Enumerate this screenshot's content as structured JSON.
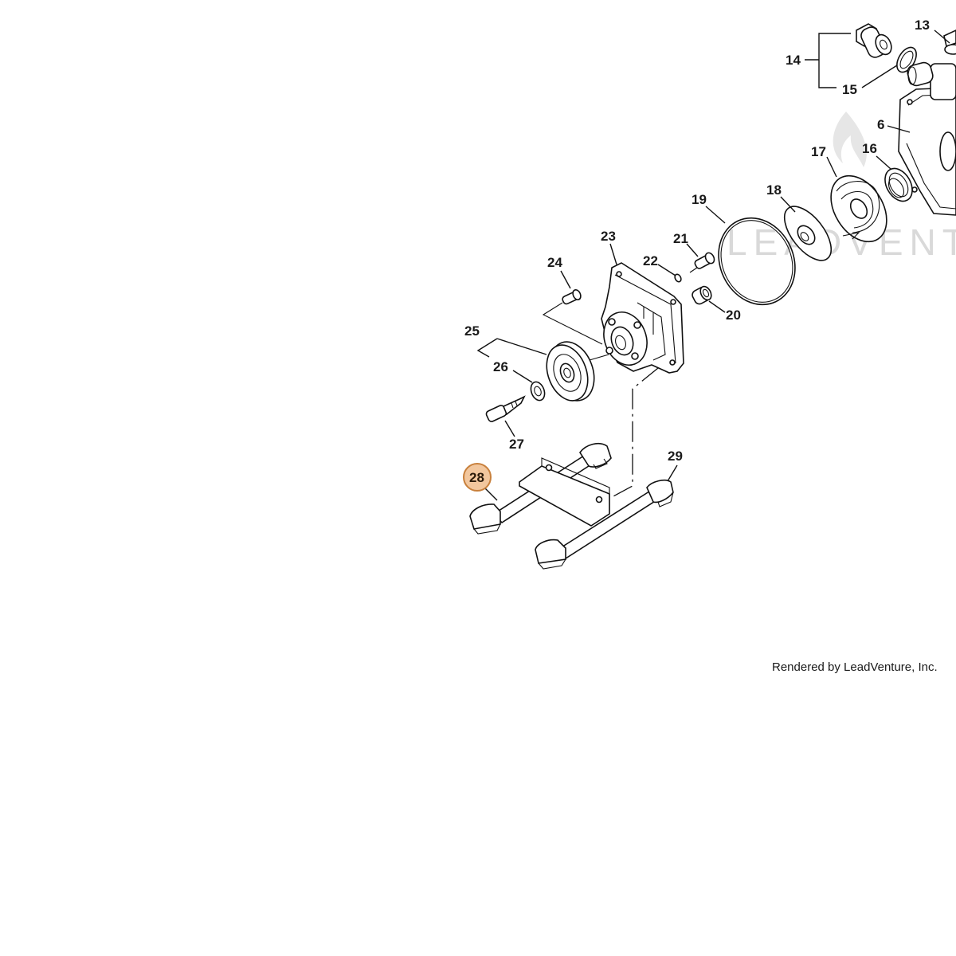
{
  "callouts": [
    {
      "id": "13",
      "label": "13"
    },
    {
      "id": "14",
      "label": "14"
    },
    {
      "id": "15",
      "label": "15"
    },
    {
      "id": "6",
      "label": "6"
    },
    {
      "id": "17",
      "label": "17"
    },
    {
      "id": "16",
      "label": "16"
    },
    {
      "id": "19",
      "label": "19"
    },
    {
      "id": "18",
      "label": "18"
    },
    {
      "id": "23",
      "label": "23"
    },
    {
      "id": "21",
      "label": "21"
    },
    {
      "id": "22",
      "label": "22"
    },
    {
      "id": "24",
      "label": "24"
    },
    {
      "id": "20",
      "label": "20"
    },
    {
      "id": "25",
      "label": "25"
    },
    {
      "id": "26",
      "label": "26"
    },
    {
      "id": "27",
      "label": "27"
    },
    {
      "id": "28",
      "label": "28",
      "selected": true
    },
    {
      "id": "29",
      "label": "29"
    }
  ],
  "watermark": "LEADVENTURE",
  "credit": "Rendered by LeadVenture, Inc.",
  "colors": {
    "highlight_fill": "#f2c79e",
    "highlight_stroke": "#c8803c",
    "line": "#111111",
    "watermark": "#d9d9d9"
  }
}
